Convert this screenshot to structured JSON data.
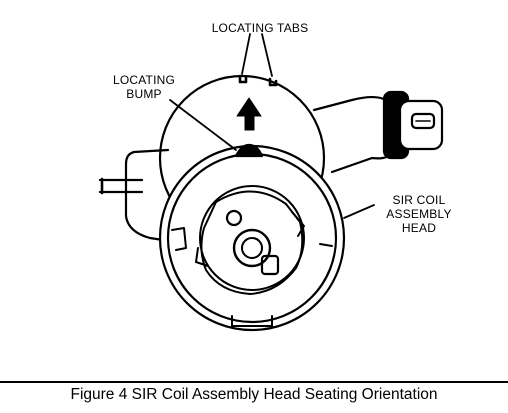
{
  "callouts": {
    "locating_tabs": "LOCATING TABS",
    "locating_bump": "LOCATING\nBUMP",
    "sir_coil_head": "SIR COIL\nASSEMBLY\nHEAD"
  },
  "caption": "Figure 4  SIR Coil Assembly Head Seating Orientation",
  "colors": {
    "ink": "#000000",
    "paper": "#ffffff"
  },
  "icons": {
    "orientation_arrow": "up-arrow-icon"
  }
}
